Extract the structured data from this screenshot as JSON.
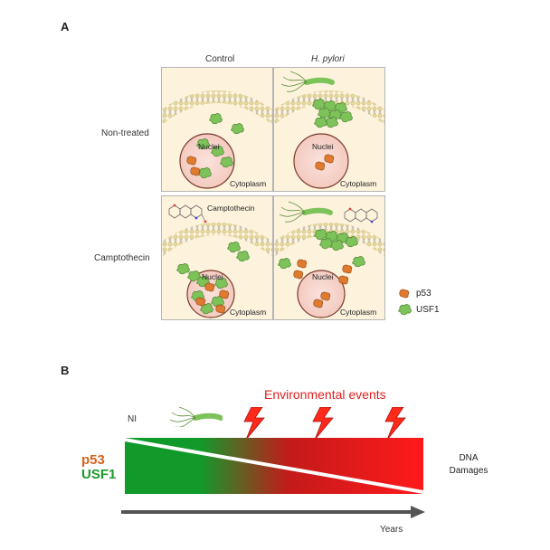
{
  "panel_a": {
    "letter": "A",
    "col_control": "Control",
    "col_hpylori": "H. pylori",
    "row_nontreated": "Non-treated",
    "row_camptothecin": "Camptothecin",
    "cells": [
      {
        "id": "control-nontreated",
        "nuclei": "Nuclei",
        "cytoplasm": "Cytoplasm"
      },
      {
        "id": "hpylori-nontreated",
        "nuclei": "Nuclei",
        "cytoplasm": "Cytoplasm"
      },
      {
        "id": "control-camptothecin",
        "nuclei": "Nuclei",
        "cytoplasm": "Cytoplasm",
        "drug": "Camptothecin"
      },
      {
        "id": "hpylori-camptothecin",
        "nuclei": "Nuclei",
        "cytoplasm": "Cytoplasm"
      }
    ],
    "legend": [
      {
        "label": "p53",
        "color": "#e07a2e",
        "icon": "p53-protein-icon"
      },
      {
        "label": "USF1",
        "color": "#7dc35a",
        "icon": "usf1-protein-icon"
      }
    ]
  },
  "panel_b": {
    "letter": "B",
    "title": "Environmental events",
    "start_label": "NI",
    "left_labels": {
      "p53": "p53",
      "usf1": "USF1"
    },
    "right_label_1": "DNA",
    "right_label_2": "Damages",
    "axis_label": "Years",
    "colors": {
      "green": "#119a2a",
      "red": "#ff1a1a",
      "accent_red": "#e02020"
    }
  }
}
